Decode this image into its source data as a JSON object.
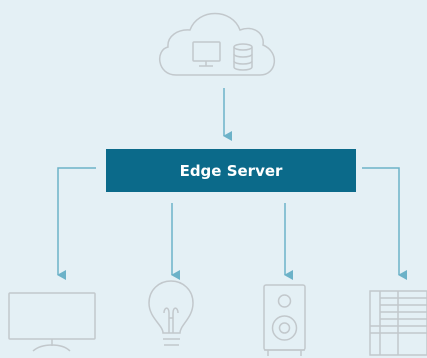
{
  "diagram": {
    "center_node": {
      "label": "Edge Server"
    },
    "nodes": [
      {
        "name": "cloud",
        "icon": "cloud-icon"
      },
      {
        "name": "monitor",
        "icon": "monitor-icon"
      },
      {
        "name": "light-bulb",
        "icon": "light-bulb-icon"
      },
      {
        "name": "speaker",
        "icon": "speaker-icon"
      },
      {
        "name": "window-blinds",
        "icon": "window-blinds-icon"
      }
    ],
    "colors": {
      "background": "#e4f0f5",
      "box": "#0b6a8a",
      "arrows": "#6cb2c8",
      "icons": "#c2c8cc"
    }
  }
}
